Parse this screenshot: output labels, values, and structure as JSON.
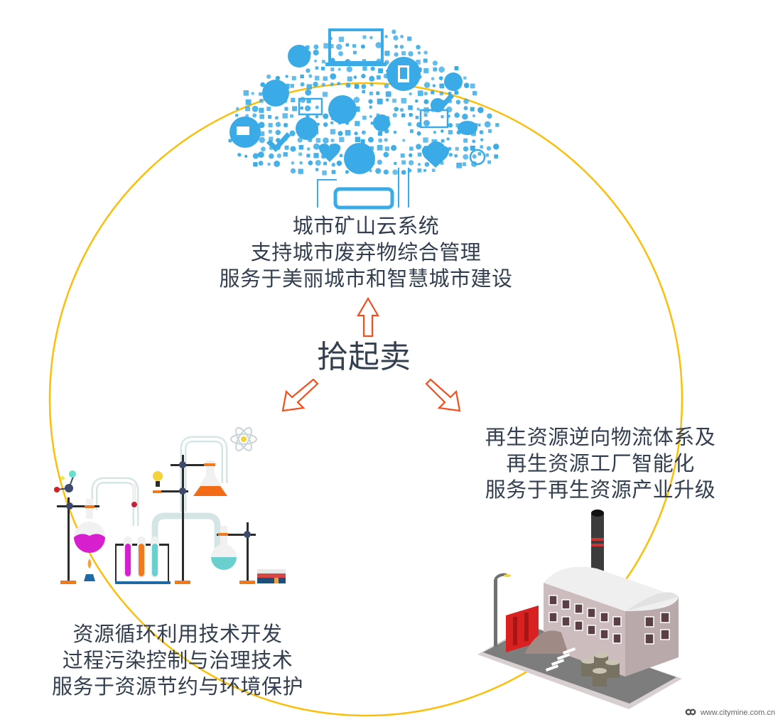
{
  "center": {
    "title": "拾起卖"
  },
  "nodes": {
    "top": {
      "illustration": "cloud-of-icons",
      "lines": [
        "城市矿山云系统",
        "支持城市废弃物综合管理",
        "服务于美丽城市和智慧城市建设"
      ]
    },
    "right": {
      "illustration": "factory",
      "lines": [
        "再生资源逆向物流体系及",
        "再生资源工厂智能化",
        "服务于再生资源产业升级"
      ]
    },
    "left": {
      "illustration": "chemistry-lab",
      "lines": [
        "资源循环利用技术开发",
        "过程污染控制与治理技术",
        "服务于资源节约与环境保护"
      ]
    }
  },
  "arrows": [
    {
      "direction": "up",
      "target": "top"
    },
    {
      "direction": "down-left",
      "target": "left"
    },
    {
      "direction": "down-right",
      "target": "right"
    }
  ],
  "watermark": {
    "text": "www.citymine.com.cn"
  },
  "colors": {
    "cycle_ring": "#fbbf0a",
    "arrow": "#f24e1e",
    "text": "#333f4f",
    "cloud_icons": "#3aabe6"
  }
}
